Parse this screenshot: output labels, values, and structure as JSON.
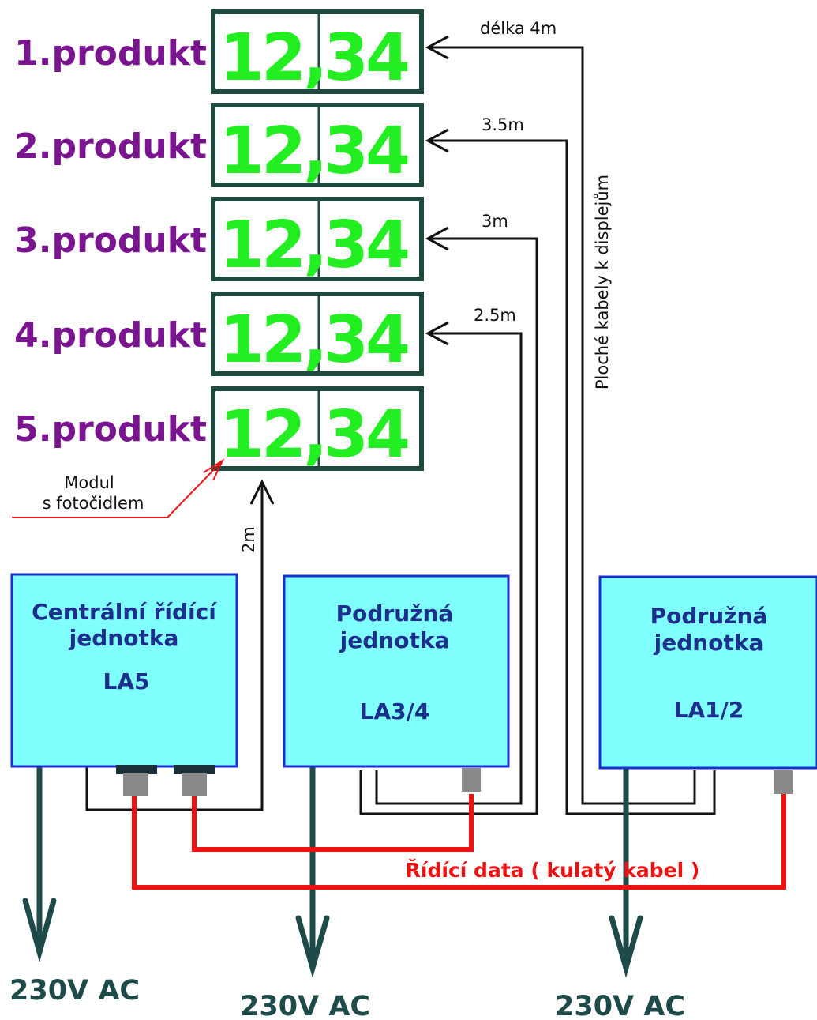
{
  "products": [
    {
      "label": "1.produkt",
      "value_left": "12,",
      "value_right": "34"
    },
    {
      "label": "2.produkt",
      "value_left": "12,",
      "value_right": "34"
    },
    {
      "label": "3.produkt",
      "value_left": "12,",
      "value_right": "34"
    },
    {
      "label": "4.produkt",
      "value_left": "12,",
      "value_right": "34"
    },
    {
      "label": "5.produkt",
      "value_left": "12,",
      "value_right": "34"
    }
  ],
  "cable_lengths": [
    "délka 4m",
    "3.5m",
    "3m",
    "2.5m",
    "2m"
  ],
  "flat_cables_label": "Ploché kabely k displejům",
  "sensor_module": {
    "line1": "Modul",
    "line2": "s fotočidlem"
  },
  "units": [
    {
      "line1": "Centrální řídící",
      "line2": "jednotka",
      "code": "LA5"
    },
    {
      "line1": "Podružná",
      "line2": "jednotka",
      "code": "LA3/4"
    },
    {
      "line1": "Podružná",
      "line2": "jednotka",
      "code": "LA1/2"
    }
  ],
  "control_data_label": "Řídící data ( kulatý kabel )",
  "power": [
    "230V AC",
    "230V AC",
    "230V AC"
  ],
  "colors": {
    "display_border": "#1f4a40",
    "digits": "#22ee22",
    "product_label": "#7a1490",
    "unit_fill": "#80ffff",
    "unit_border": "#1a2fd0",
    "unit_text": "#1c2f8c",
    "control_cable": "#ee1111",
    "power_arrow": "#1e4a4a",
    "connector": "#888888"
  }
}
